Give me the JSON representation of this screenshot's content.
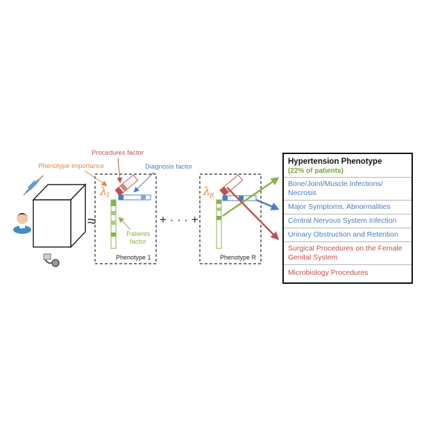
{
  "labels": {
    "procedures_factor": "Procedures factor",
    "phenotype_importance": "Phenotype importance",
    "diagnosis_factor": "Diagnosis factor",
    "patients_factor_1": "Patients",
    "patients_factor_2": "factor",
    "phenotype_1": "Phenotype 1",
    "phenotype_r": "Phenotype R",
    "lambda_1": "λ",
    "lambda_1_sub": "1",
    "lambda_r": "λ",
    "lambda_r_sub": "R",
    "approx": "≈",
    "plus_dots": "+ · · · +"
  },
  "phenotype_panel": {
    "title": "Hypertension Phenotype",
    "subtitle": "(22% of patients)",
    "items": [
      {
        "text": "Bone/Joint/Muscle Infections/ Necrosis",
        "category": "diagnosis"
      },
      {
        "text": "Major Symptoms, Abnormalities",
        "category": "diagnosis"
      },
      {
        "text": "Central Nervous System Infection",
        "category": "diagnosis"
      },
      {
        "text": "Urinary Obstruction and Retention",
        "category": "diagnosis"
      },
      {
        "text": "Surgical Procedures on the Female Genital System",
        "category": "procedure"
      },
      {
        "text": "Microbiology Procedures",
        "category": "procedure"
      }
    ]
  },
  "colors": {
    "procedures": "#c0504d",
    "diagnosis": "#4b7cc4",
    "patients": "#8ab34a",
    "importance": "#e8853a"
  },
  "icons": [
    "syringe-icon",
    "patient-icon",
    "stethoscope-icon"
  ]
}
